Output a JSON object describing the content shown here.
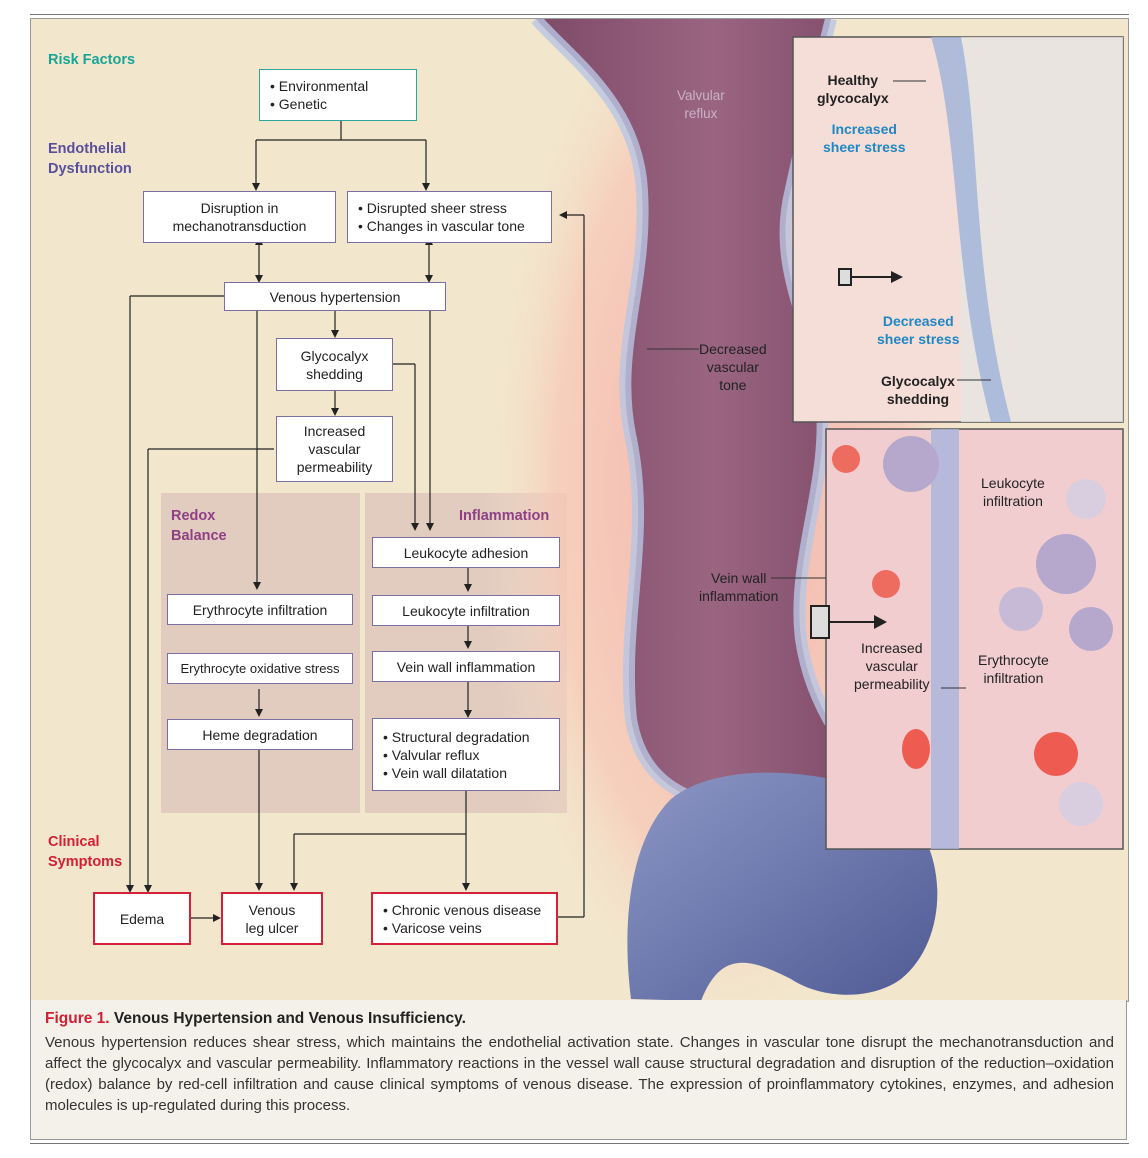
{
  "sections": {
    "risk_factors": "Risk Factors",
    "endothelial": "Endothelial\nDysfunction",
    "redox": "Redox\nBalance",
    "inflammation": "Inflammation",
    "clinical": "Clinical\nSymptoms"
  },
  "boxes": {
    "risk": "• Environmental\n• Genetic",
    "mechano": "Disruption in\nmechanotransduction",
    "shear": "• Disrupted sheer stress\n• Changes in vascular tone",
    "hypertension": "Venous hypertension",
    "glyco": "Glycocalyx\nshedding",
    "permeability": "Increased\nvascular\npermeability",
    "leuko_adhesion": "Leukocyte adhesion",
    "leuko_infil": "Leukocyte infiltration",
    "vein_infl": "Vein wall inflammation",
    "structural": "• Structural degradation\n• Valvular reflux\n• Vein wall dilatation",
    "ery_infil": "Erythrocyte infiltration",
    "ery_ox": "Erythrocyte oxidative stress",
    "heme": "Heme degradation",
    "edema": "Edema",
    "ulcer": "Venous\nleg ulcer",
    "chronic": "• Chronic venous disease\n• Varicose veins"
  },
  "illustration": {
    "valvular_reflux": "Valvular\nreflux",
    "decreased_tone": "Decreased\nvascular\ntone",
    "vein_wall_infl": "Vein wall\ninflammation",
    "healthy_glyco": "Healthy\nglycocalyx",
    "increased_shear": "Increased\nsheer stress",
    "decreased_shear": "Decreased\nsheer stress",
    "glyco_shedding": "Glycocalyx\nshedding",
    "leuko_infil": "Leukocyte\ninfiltration",
    "increased_perm": "Increased\nvascular\npermeability",
    "ery_infil": "Erythrocyte\ninfiltration"
  },
  "caption": {
    "figure_no": "Figure 1.",
    "title": "Venous Hypertension and Venous Insufficiency.",
    "body": "Venous hypertension reduces shear stress, which maintains the endothelial activation state. Changes in vascular tone disrupt the mechanotransduction and affect the glycocalyx and vascular permeability. Inflammatory reactions in the vessel wall cause structural degradation and disruption of the reduction–oxidation (redox) balance by red-cell infiltration and cause clinical symptoms of venous disease. The expression of proinflammatory cytokines, enzymes, and adhesion molecules is up-regulated during this process."
  },
  "colors": {
    "teal": "#18a596",
    "purple": "#5a4f9c",
    "plum": "#8e3f86",
    "red": "#d21f33",
    "box_border": "#7b6ea3",
    "vein": "#8e5a78"
  }
}
